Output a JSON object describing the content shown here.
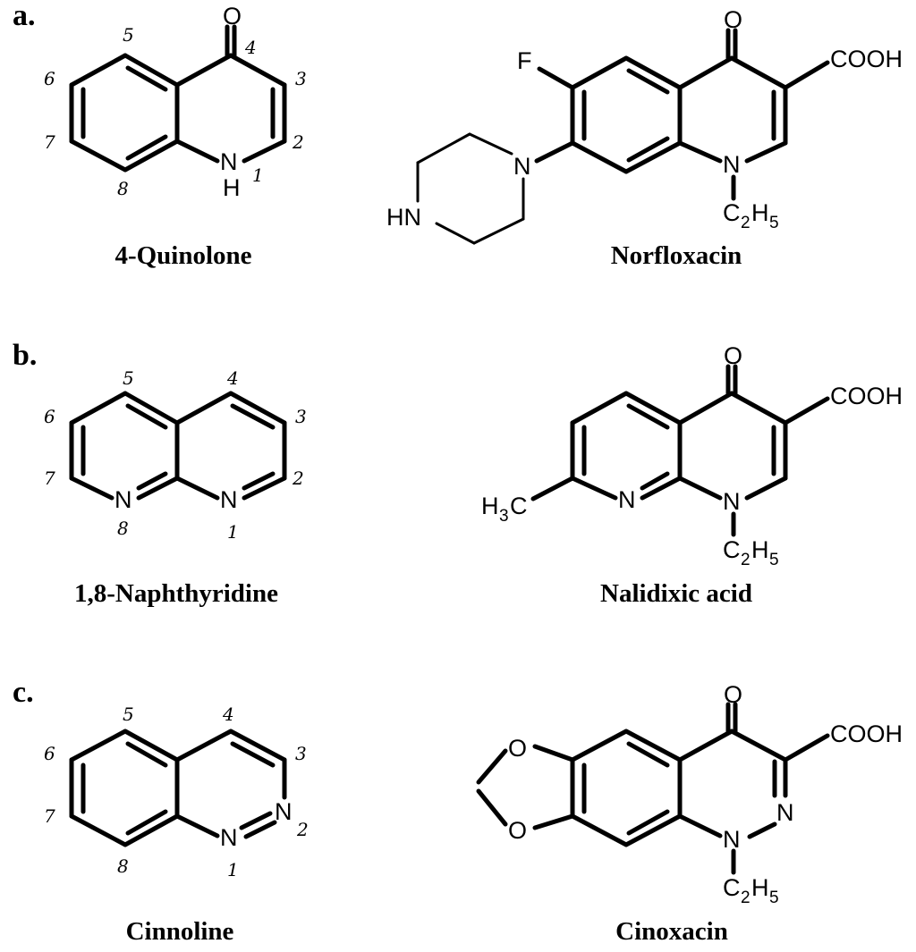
{
  "panels": [
    {
      "label": "a.",
      "left_name": "4-Quinolone",
      "right_name": "Norfloxacin"
    },
    {
      "label": "b.",
      "left_name": "1,8-Naphthyridine",
      "right_name": "Nalidixic acid"
    },
    {
      "label": "c.",
      "left_name": "Cinnoline",
      "right_name": "Cinoxacin"
    }
  ],
  "atoms": {
    "O": "O",
    "N": "N",
    "H": "H",
    "NH": "NH",
    "HN": "HN",
    "F": "F",
    "COOH": "COOH",
    "C": "C",
    "sub2": "2",
    "sub3": "3",
    "sub5": "5"
  },
  "numbering": {
    "quinolone": [
      "1",
      "2",
      "3",
      "4",
      "5",
      "6",
      "7",
      "8"
    ],
    "naphthyridine": [
      "1",
      "2",
      "3",
      "4",
      "5",
      "6",
      "7",
      "8"
    ],
    "cinnoline": [
      "1",
      "2",
      "3",
      "4",
      "5",
      "6",
      "7",
      "8"
    ]
  }
}
